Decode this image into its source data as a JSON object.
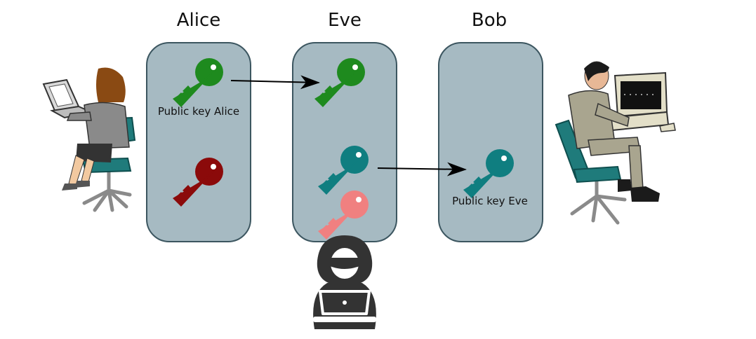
{
  "parties": {
    "alice": {
      "name": "Alice"
    },
    "eve": {
      "name": "Eve"
    },
    "bob": {
      "name": "Bob"
    }
  },
  "keys": {
    "alice_public_label": "Public key Alice",
    "eve_public_label": "Public key Eve"
  },
  "colors": {
    "panel_fill": "#a6bac2",
    "panel_stroke": "#3c5660",
    "alice_public_key": "#1e8a1e",
    "alice_private_key": "#8b0a0a",
    "eve_public_key": "#0f7e80",
    "eve_private_key": "#f08080",
    "arrow": "#000000",
    "hacker": "#333333"
  },
  "icons": {
    "alice_person": "woman-at-laptop-icon",
    "bob_person": "man-at-computer-icon",
    "eve_person": "hooded-hacker-icon",
    "key": "key-icon",
    "arrow": "right-arrow-icon"
  }
}
